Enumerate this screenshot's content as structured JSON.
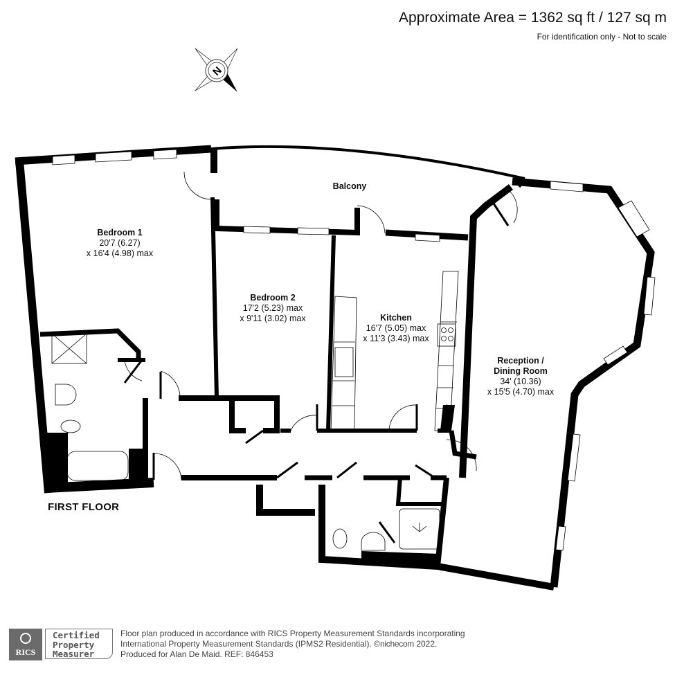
{
  "header": {
    "approximate_area": "Approximate Area = 1362 sq ft / 127 sq m",
    "disclaimer": "For identification only - Not to scale"
  },
  "compass": {
    "icon": "north-compass-icon",
    "letter": "N"
  },
  "floor": {
    "label": "FIRST FLOOR"
  },
  "rooms": [
    {
      "id": "bedroom-1",
      "name": "Bedroom 1",
      "dim1": "20'7 (6.27)",
      "dim2": "x 16'4 (4.98) max"
    },
    {
      "id": "balcony",
      "name": "Balcony"
    },
    {
      "id": "bedroom-2",
      "name": "Bedroom 2",
      "dim1": "17'2 (5.23) max",
      "dim2": "x 9'11 (3.02) max"
    },
    {
      "id": "kitchen",
      "name": "Kitchen",
      "dim1": "16'7 (5.05) max",
      "dim2": "x 11'3 (3.43) max"
    },
    {
      "id": "reception",
      "name": "Reception /",
      "name2": "Dining Room",
      "dim1": "34' (10.36)",
      "dim2": "x 15'5 (4.70) max"
    }
  ],
  "footer": {
    "rics_badge": "RICS",
    "certified": [
      "Certified",
      "Property",
      "Measurer"
    ],
    "line1": "Floor plan produced in accordance with RICS Property Measurement Standards incorporating",
    "line2_prefix": "International Property Measurement Standards (IPMS2 Residential).   ©",
    "brand": "nichecom",
    "line2_suffix": " 2022.",
    "line3": "Produced for Alan De Maid.   REF: 846453"
  },
  "colors": {
    "wall": "#000000",
    "background": "#ffffff",
    "badge": "#6b6b6b"
  }
}
